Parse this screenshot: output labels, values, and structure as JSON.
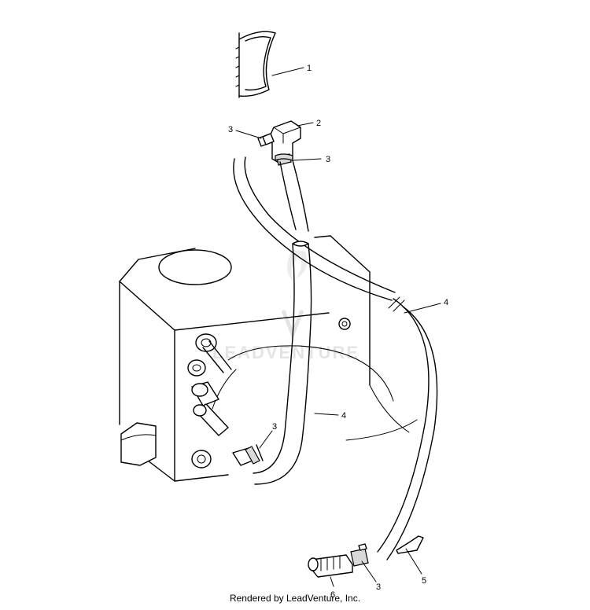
{
  "watermark": "LEADVENTURE",
  "callouts": [
    {
      "id": "c1",
      "text": "1"
    },
    {
      "id": "c2",
      "text": "2"
    },
    {
      "id": "c3a",
      "text": "3"
    },
    {
      "id": "c3b",
      "text": "3"
    },
    {
      "id": "c4a",
      "text": "4"
    },
    {
      "id": "c3c",
      "text": "3"
    },
    {
      "id": "c4b",
      "text": "4"
    },
    {
      "id": "c6",
      "text": "6"
    },
    {
      "id": "c3d",
      "text": "3"
    },
    {
      "id": "c5",
      "text": "5"
    }
  ],
  "footer": "Rendered by LeadVenture, Inc."
}
